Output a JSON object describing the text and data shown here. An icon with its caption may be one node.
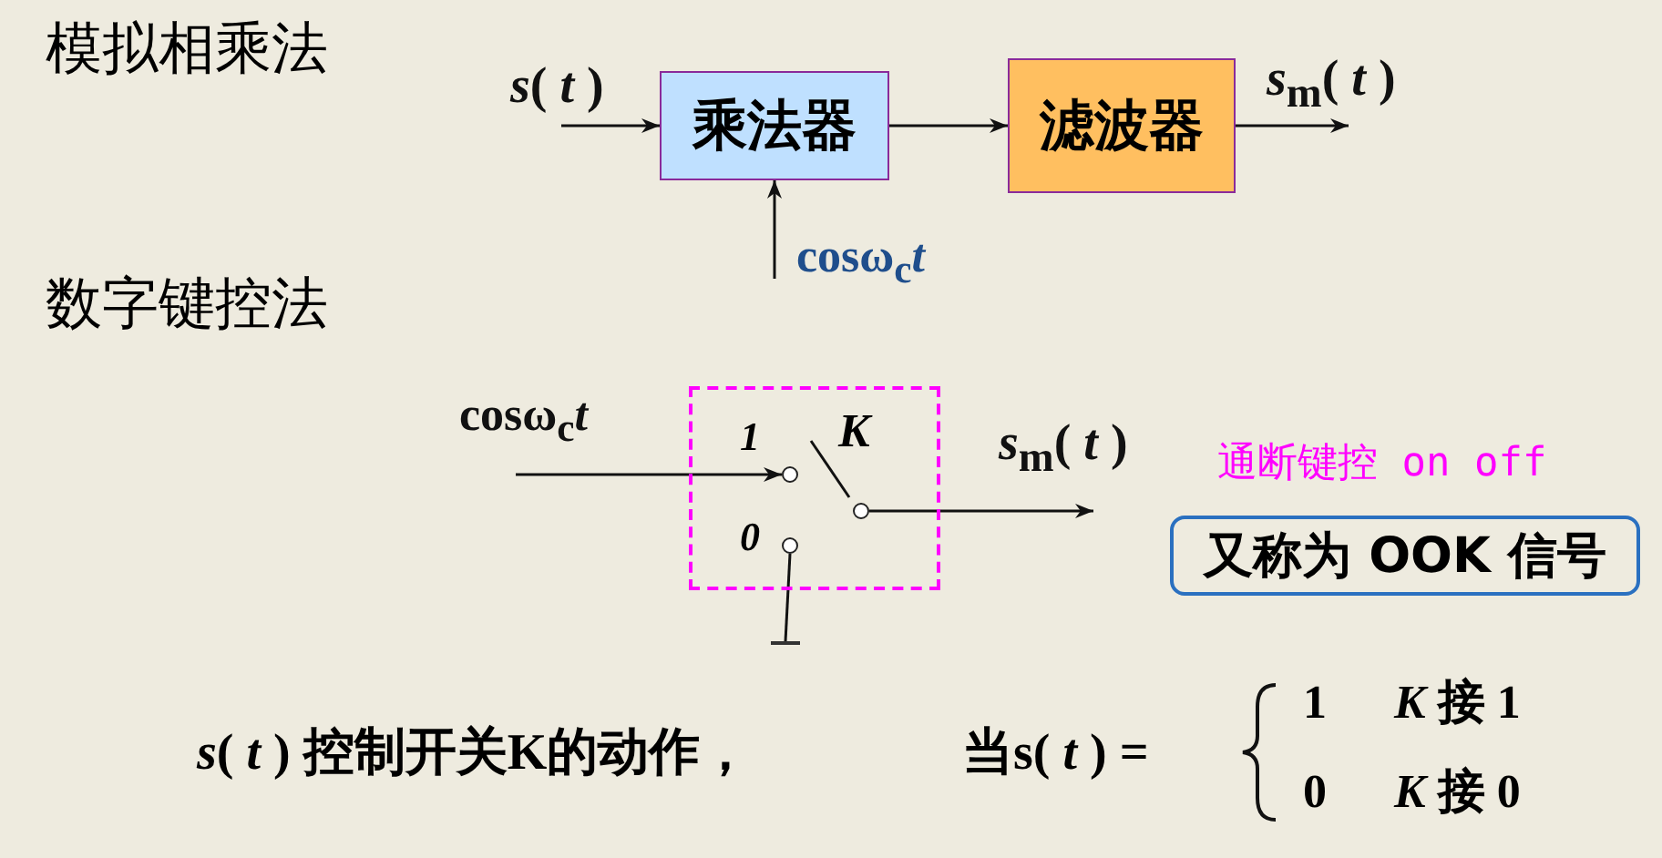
{
  "diagram": {
    "nodes": [
      {
        "text": [
          "乘法器"
        ]
      },
      {
        "text": [
          "滤波器"
        ]
      },
      {
        "text": [],
        "shape": "box"
      },
      {
        "text": [],
        "shape": "circle",
        "in": 2,
        "beside": [
          "1"
        ]
      },
      {
        "text": [],
        "shape": "circle",
        "in": 2,
        "beside": [
          "0"
        ]
      },
      {
        "text": [],
        "shape": "circle",
        "in": 2
      },
      {
        "text": [],
        "shape": "bar"
      },
      {
        "text": [
          "又称为 OOK 信号"
        ],
        "beside": [
          "通断键控 on off"
        ]
      }
    ],
    "edges": [
      {
        "from": null,
        "to": 0,
        "arrow": "to",
        "label": "*s*( *t* )"
      },
      {
        "from": 0,
        "to": 1,
        "arrow": "to"
      },
      {
        "from": 1,
        "to": null,
        "arrow": "to",
        "label": "*s*$_{m}$( *t* )"
      },
      {
        "from": null,
        "to": 0,
        "arrow": "to",
        "label": "cosω$_{c}$*t*"
      },
      {
        "from": null,
        "to": 3,
        "arrow": "to",
        "label": "cosω$_{c}$*t*"
      },
      {
        "from": 5,
        "to": null,
        "arrow": "to",
        "label": "*s*$_{m}$( *t* )"
      },
      {
        "from": 4,
        "to": 6,
        "arrow": "none"
      }
    ],
    "labels": [
      "模拟相乘法",
      "数字键控法",
      "K",
      "*s*( *t* ) 控制开关K的动作，",
      "当s( *t* ) =",
      "1",
      "*K* 接 1",
      "0",
      "*K* 接 0"
    ]
  }
}
